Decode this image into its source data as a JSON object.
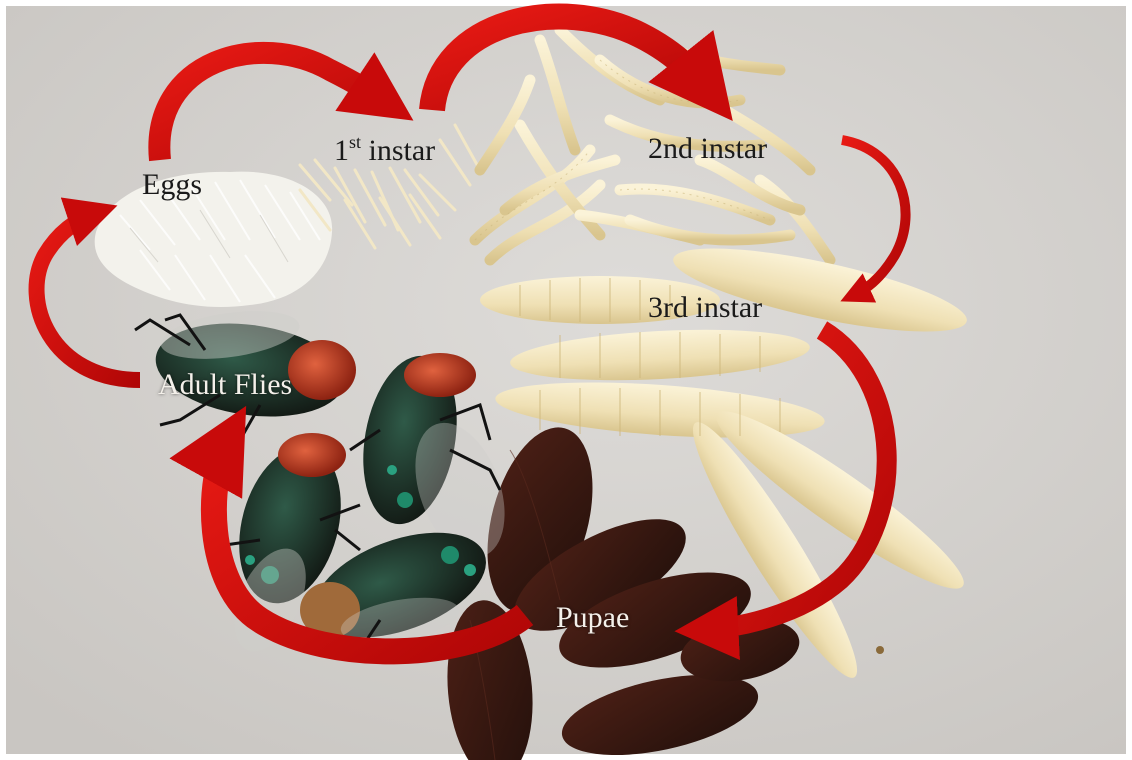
{
  "diagram": {
    "stages": {
      "eggs": "Eggs",
      "first_instar_prefix": "1",
      "first_instar_sup": "st",
      "first_instar_suffix": " instar",
      "second_instar": "2nd instar",
      "third_instar": "3rd instar",
      "pupae": "Pupae",
      "adult": "Adult Flies"
    },
    "colors": {
      "arrow": "#d40a0a",
      "arrow_dark": "#9a0606",
      "background": "#d6d4d1",
      "eggs": "#f6f6f2",
      "larva": "#f1e6c2",
      "pupa": "#3a1610",
      "fly_body": "#1d1d18",
      "fly_eye": "#b8321c"
    },
    "icons": [
      "egg-cluster",
      "larva",
      "pupa",
      "fly",
      "cycle-arrow"
    ]
  }
}
